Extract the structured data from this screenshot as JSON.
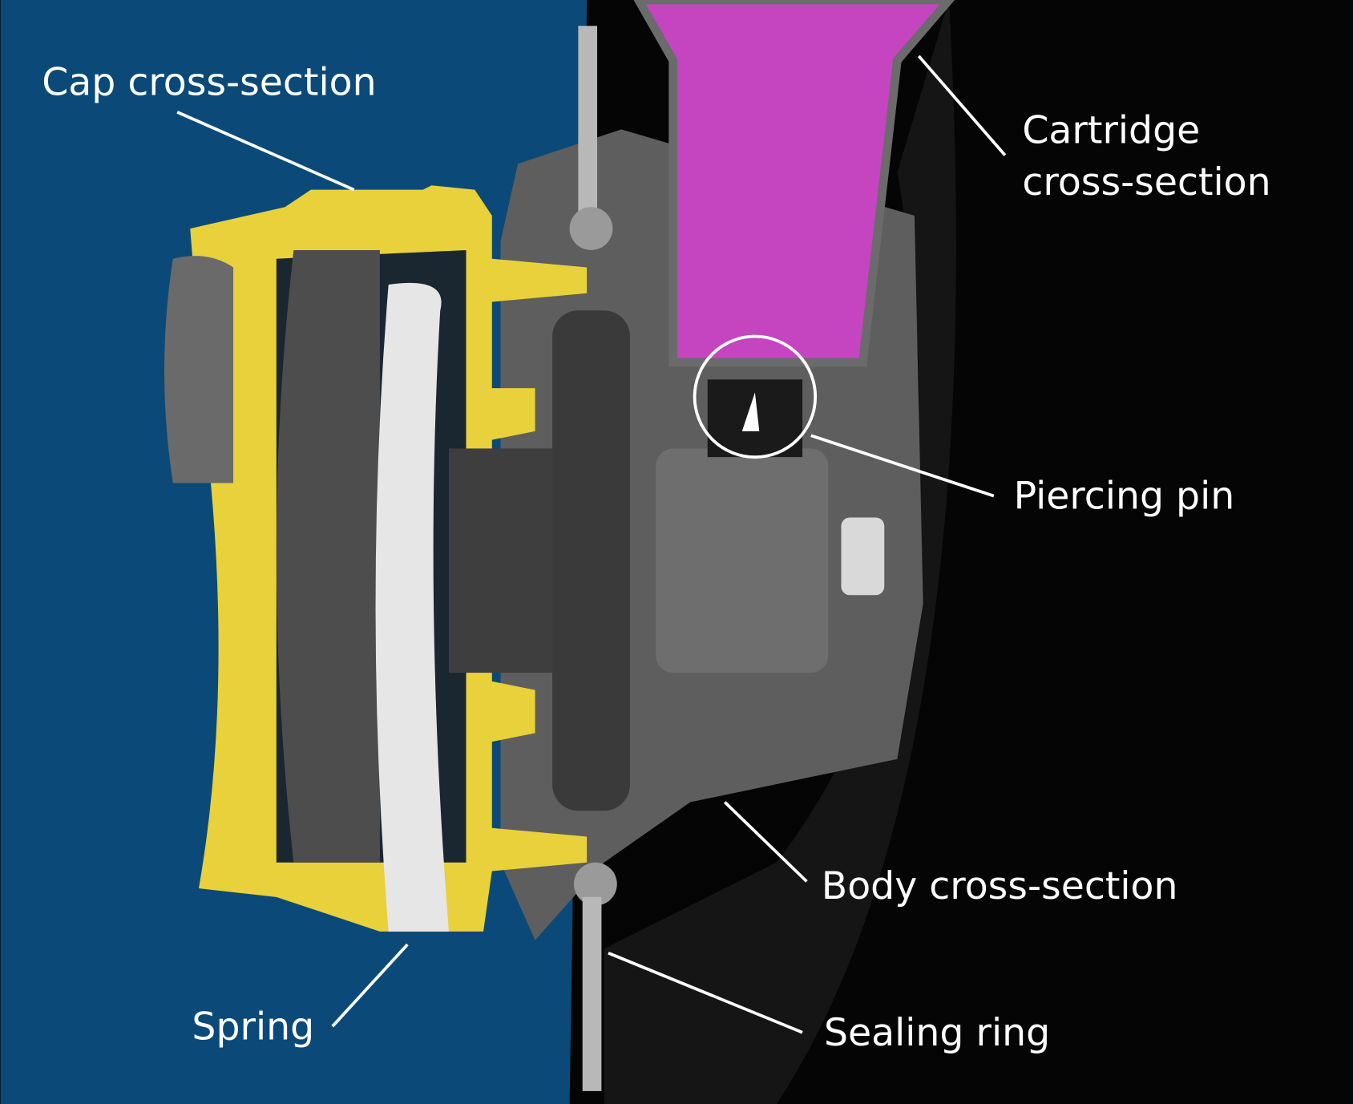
{
  "labels": {
    "cap": "Cap cross-section",
    "cartridge_line1": "Cartridge",
    "cartridge_line2": "cross-section",
    "piercing_pin": "Piercing pin",
    "body": "Body cross-section",
    "spring": "Spring",
    "sealing_ring": "Sealing ring"
  },
  "colors": {
    "background_left": "#0b4a78",
    "background_right": "#050505",
    "cap": "#e8d13a",
    "cartridge": "#c545c0",
    "body": "#5e5e5e",
    "spring": "#e6e6e6"
  }
}
